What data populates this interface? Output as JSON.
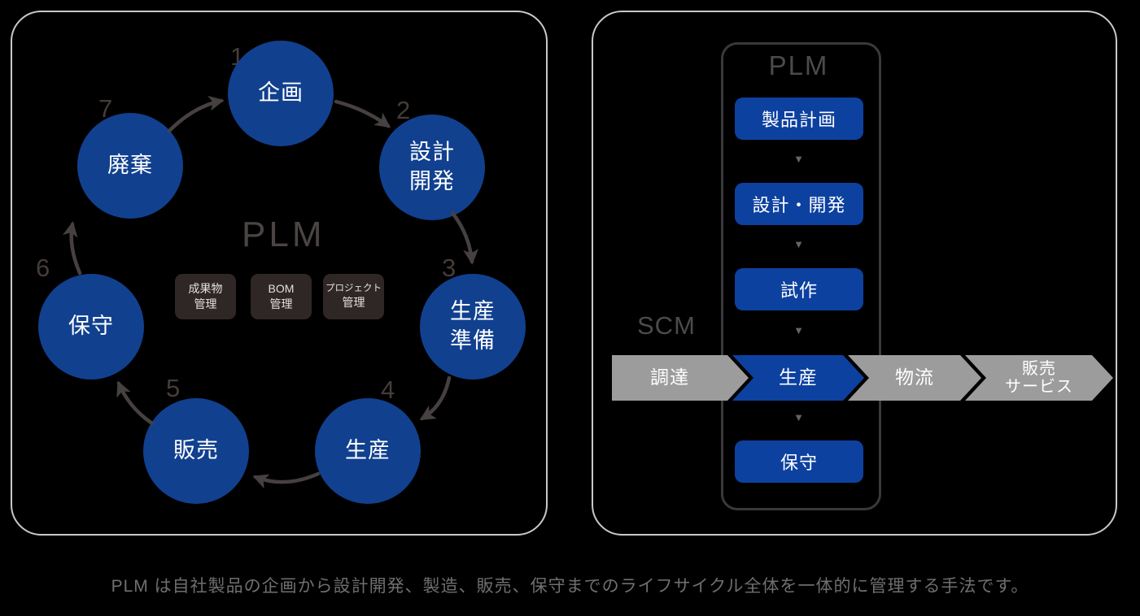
{
  "page": {
    "caption": "PLM は自社製品の企画から設計開発、製造、販売、保守までのライフサイクル全体を一体的に管理する手法です。"
  },
  "icons": {
    "down_arrow": "▼"
  },
  "colors": {
    "circle_blue": "#11408f",
    "box_blue": "#0d41a0",
    "chevron_gray": "#9c9c9c",
    "dark_box_brown": "#2e2725",
    "arrow_dark_gray": "#474040",
    "panel_border_gray": "#c9c9c9",
    "caption_gray": "#6f6f6f"
  },
  "left_panel": {
    "title": "PLM",
    "stages": [
      {
        "num": "1",
        "line1": "企画",
        "line2": ""
      },
      {
        "num": "2",
        "line1": "設計",
        "line2": "開発"
      },
      {
        "num": "3",
        "line1": "生産",
        "line2": "準備"
      },
      {
        "num": "4",
        "line1": "生産",
        "line2": ""
      },
      {
        "num": "5",
        "line1": "販売",
        "line2": ""
      },
      {
        "num": "6",
        "line1": "保守",
        "line2": ""
      },
      {
        "num": "7",
        "line1": "廃棄",
        "line2": ""
      }
    ],
    "center_boxes": [
      {
        "line1": "成果物",
        "line2": "管理"
      },
      {
        "line1": "BOM",
        "line2": "管理"
      },
      {
        "line1": "プロジェクト",
        "line2": "管理"
      }
    ]
  },
  "right_panel": {
    "plm_title": "PLM",
    "scm_title": "SCM",
    "plm_steps": [
      "製品計画",
      "設計・開発",
      "試作",
      "保守"
    ],
    "scm_steps": [
      {
        "line1": "調達",
        "line2": ""
      },
      {
        "line1": "生産",
        "line2": ""
      },
      {
        "line1": "物流",
        "line2": ""
      },
      {
        "line1": "販売",
        "line2": "サービス"
      }
    ]
  }
}
